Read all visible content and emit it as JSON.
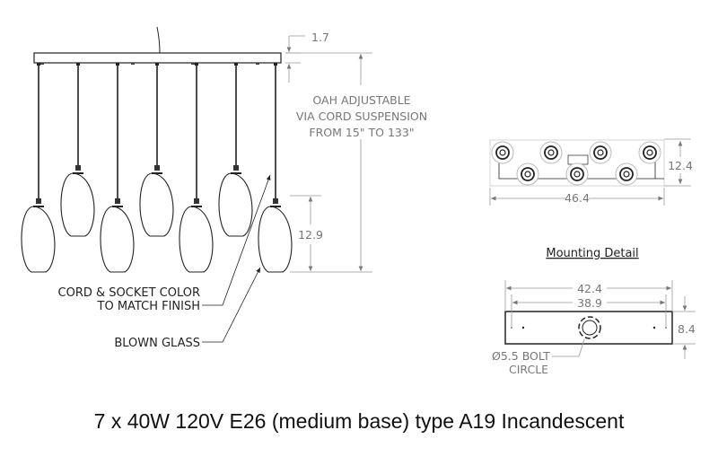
{
  "dimensions": {
    "canopy_height": "1.7",
    "glass_height": "12.9",
    "oah_note": [
      "OAH ADJUSTABLE",
      "VIA CORD SUSPENSION",
      "FROM 15\" TO 133\""
    ],
    "top_view_depth": "12.4",
    "top_view_width": "46.4",
    "mount_outer_width": "42.4",
    "mount_inner_width": "38.9",
    "mount_height": "8.4"
  },
  "callouts": {
    "cord_line1": "CORD & SOCKET COLOR",
    "cord_line2": "TO MATCH FINISH",
    "glass": "BLOWN GLASS",
    "bolt_line1": "Ø5.5 BOLT",
    "bolt_line2": "CIRCLE"
  },
  "mounting_title": "Mounting Detail",
  "caption": "7 x 40W 120V E26 (medium base) type A19 Incandescent"
}
